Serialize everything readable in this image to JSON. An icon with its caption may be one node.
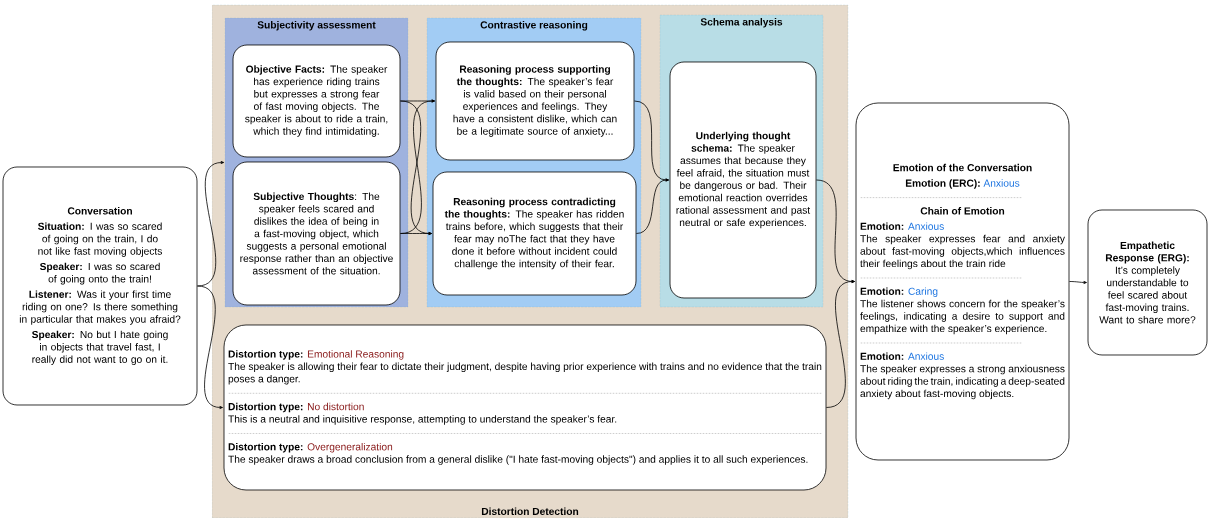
{
  "diagram": {
    "nodes": [
      {
        "text": [
          "Conversation",
          "**Situation:** I was so scared of going on the train, I do not like fast moving objects",
          "**Speaker:** I was so scared of going onto the train!",
          "**Listener:** Was it your first time riding on one? Is there something in particular that makes you afraid?",
          "**Speaker:** No but I hate going in objects that travel fast, I really did not want to go on it."
        ]
      },
      {
        "text": [
          "Distortion Detection"
        ]
      },
      {
        "text": [
          "Subjectivity assessment"
        ],
        "in": 1
      },
      {
        "text": [
          "**Objective Facts:** The speaker has experience riding trains but expresses a strong fear of fast moving objects. The speaker is about to ride a train, which they find intimidating."
        ],
        "in": 2
      },
      {
        "text": [
          "**Subjective Thoughts**: The speaker feels scared and dislikes the idea of being in a fast-moving object, which suggests a personal emotional response rather than an objective assessment of the situation."
        ],
        "in": 2
      },
      {
        "text": [
          "Contrastive reasoning"
        ],
        "in": 1
      },
      {
        "text": [
          "**Reasoning process supporting the thoughts:** The speaker’s fear is valid based on their personal experiences and feelings. They have a consistent dislike, which can be a legitimate source of anxiety..."
        ],
        "in": 5
      },
      {
        "text": [
          "**Reasoning process contradicting the thoughts:** The speaker has ridden trains before, which suggests that their fear may noThe fact that they have done it before without incident could challenge the intensity of their fear."
        ],
        "in": 5
      },
      {
        "text": [
          "Schema analysis"
        ],
        "in": 1
      },
      {
        "text": [
          "**Underlying thought schema:** The speaker assumes that because they feel afraid, the situation must be dangerous or bad. Their emotional reaction overrides rational assessment and past neutral or safe experiences."
        ],
        "in": 8
      },
      {
        "text": [
          "Distortion type:",
          "Emotional Reasoning",
          "The speaker is allowing their fear to dictate their judgment, despite having prior experience with trains and no evidence that the train poses a danger.",
          "Distortion type:",
          "No distortion",
          "This is a neutral and inquisitive response, attempting to understand the speaker’s fear.",
          "Distortion type:",
          "Overgeneralization",
          "The speaker draws a broad conclusion from a general dislike (\"I hate fast-moving objects\") and applies it to all such experiences."
        ],
        "in": 1
      },
      {
        "text": [
          "Emotion of the Conversation",
          "Emotion (ERC):",
          "Anxious",
          "Chain of Emotion",
          "Emotion:",
          "Anxious",
          "The speaker expresses fear and anxiety about fast-moving objects,which influences their feelings about the train ride",
          "Emotion:",
          "Caring",
          "The listener shows concern for the speaker’s feelings, indicating a desire to support and empathize with the speaker’s experience.",
          "Emotion:",
          "Anxious",
          "The speaker expresses a strong anxiousness about riding the train, indicating a deep-seated anxiety about fast-moving objects."
        ]
      },
      {
        "text": [
          "Empathetic Response (ERG):",
          "It’s completely understandable to feel scared about fast-moving trains. Want to share more?"
        ]
      }
    ],
    "edges": [
      {
        "from": 0,
        "to": 2,
        "arrow": "to"
      },
      {
        "from": 0,
        "to": 10,
        "arrow": "to"
      },
      {
        "from": 3,
        "to": 6,
        "arrow": "to"
      },
      {
        "from": 3,
        "to": 7,
        "arrow": "to"
      },
      {
        "from": 4,
        "to": 6,
        "arrow": "to"
      },
      {
        "from": 4,
        "to": 7,
        "arrow": "to"
      },
      {
        "from": 6,
        "to": 9,
        "arrow": "to"
      },
      {
        "from": 7,
        "to": 9,
        "arrow": "to"
      },
      {
        "from": 9,
        "to": 11,
        "arrow": "to"
      },
      {
        "from": 10,
        "to": 11,
        "arrow": "to"
      },
      {
        "from": 11,
        "to": 12,
        "arrow": "to"
      }
    ]
  }
}
